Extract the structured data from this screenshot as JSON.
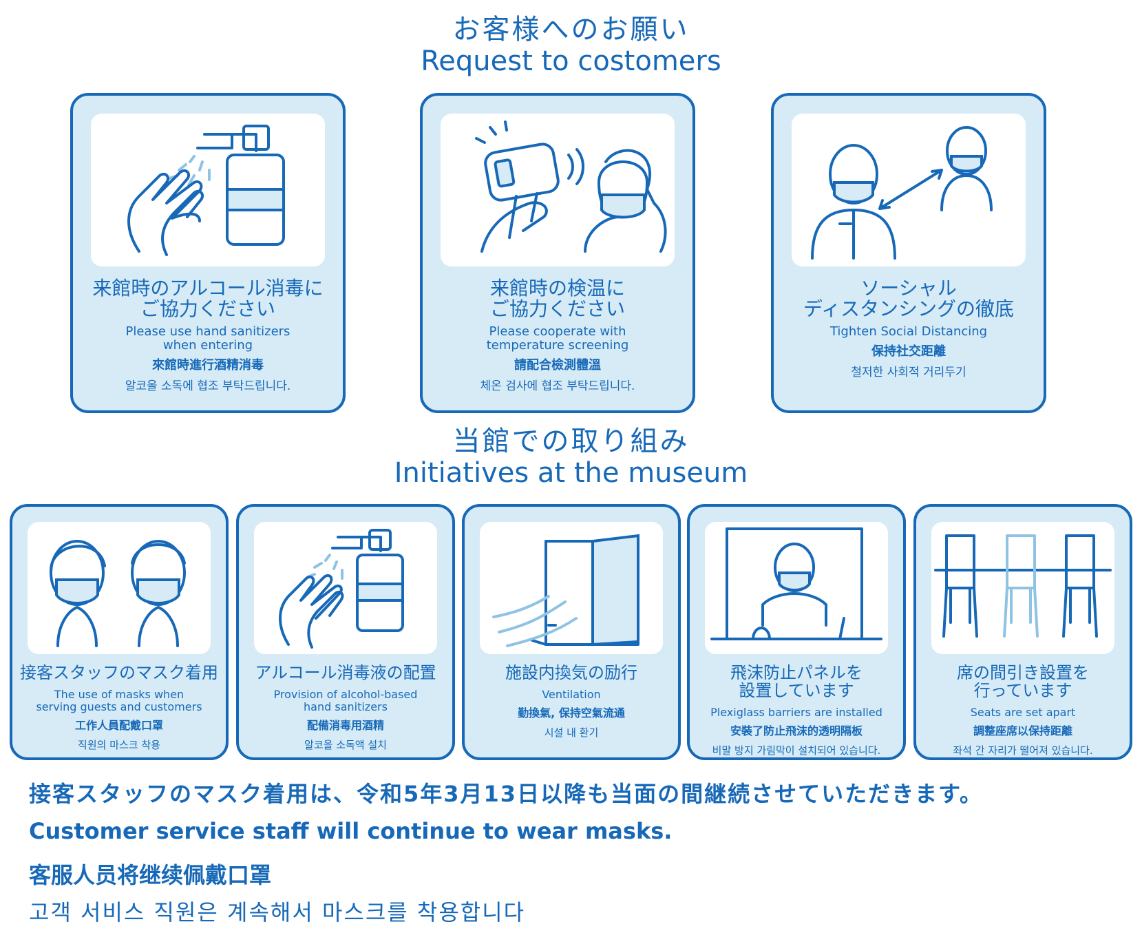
{
  "requests": {
    "heading_ja": "お客様へのお願い",
    "heading_en": "Request to costomers",
    "cards": [
      {
        "icon": "hand-sanitizer-icon",
        "ja": "来館時のアルコール消毒に\nご協力ください",
        "en": "Please use hand sanitizers\nwhen entering",
        "zh": "來館時進行酒精消毒",
        "ko": "알코올 소독에 협조 부탁드립니다."
      },
      {
        "icon": "thermometer-icon",
        "ja": "来館時の検温に\nご協力ください",
        "en": "Please cooperate with\ntemperature screening",
        "zh": "請配合檢測體溫",
        "ko": "체온 검사에 협조 부탁드립니다."
      },
      {
        "icon": "social-distancing-icon",
        "ja": "ソーシャル\nディスタンシングの徹底",
        "en": "Tighten Social Distancing",
        "zh": "保持社交距離",
        "ko": "철저한 사회적 거리두기"
      }
    ]
  },
  "initiatives": {
    "heading_ja": "当館での取り組み",
    "heading_en": "Initiatives at the museum",
    "cards": [
      {
        "icon": "staff-mask-icon",
        "ja": "接客スタッフのマスク着用",
        "en": "The use of masks when\nserving guests and customers",
        "zh": "工作人員配戴口罩",
        "ko": "직원의 마스크 착용"
      },
      {
        "icon": "hand-sanitizer-icon",
        "ja": "アルコール消毒液の配置",
        "en": "Provision of alcohol-based\nhand sanitizers",
        "zh": "配備消毒用酒精",
        "ko": "알코올 소독액 설치"
      },
      {
        "icon": "window-ventilation-icon",
        "ja": "施設内換気の励行",
        "en": "Ventilation",
        "zh": "勤換氣, 保持空氣流通",
        "ko": "시설 내 환기"
      },
      {
        "icon": "plexiglass-barrier-icon",
        "ja": "飛沫防止パネルを\n設置しています",
        "en": "Plexiglass barriers are installed",
        "zh": "安裝了防止飛沫的透明隔板",
        "ko": "비말 방지 가림막이 설치되어 있습니다."
      },
      {
        "icon": "spaced-seats-icon",
        "ja": "席の間引き設置を\n行っています",
        "en": "Seats are set apart",
        "zh": "調整座席以保持距離",
        "ko": "좌석 간 자리가 떨어져 있습니다."
      }
    ]
  },
  "notice": {
    "ja": "接客スタッフのマスク着用は、令和5年3月13日以降も当面の間継続させていただきます。",
    "en": "Customer service staff will continue to wear masks.",
    "zh": "客服人员将继续佩戴口罩",
    "ko": "고객 서비스 직원은 계속해서 마스크를 착용합니다"
  },
  "colors": {
    "accent": "#1769b8",
    "panel": "#d6ebf6"
  }
}
